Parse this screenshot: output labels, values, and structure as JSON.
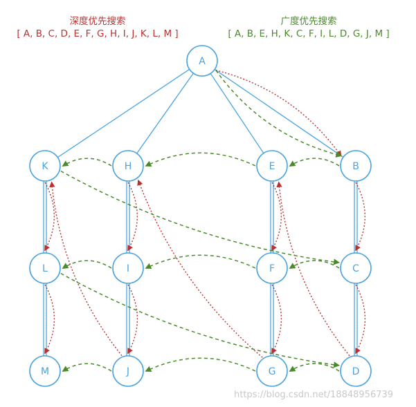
{
  "legend": {
    "dfs_title": "深度优先搜索",
    "dfs_order": "[ A, B, C, D, E, F, G, H, I, J, K, L, M ]",
    "bfs_title": "广度优先搜索",
    "bfs_order": "[ A, B, E, H, K, C, F, I, L, D, G, J, M ]"
  },
  "nodes": {
    "A": "A",
    "B": "B",
    "E": "E",
    "H": "H",
    "K": "K",
    "C": "C",
    "F": "F",
    "I": "I",
    "L": "L",
    "D": "D",
    "G": "G",
    "J": "J",
    "M": "M"
  },
  "tree_edges": [
    [
      "A",
      "K"
    ],
    [
      "A",
      "H"
    ],
    [
      "A",
      "E"
    ],
    [
      "A",
      "B"
    ],
    [
      "K",
      "L"
    ],
    [
      "L",
      "M"
    ],
    [
      "H",
      "I"
    ],
    [
      "I",
      "J"
    ],
    [
      "E",
      "F"
    ],
    [
      "F",
      "G"
    ],
    [
      "B",
      "C"
    ],
    [
      "C",
      "D"
    ]
  ],
  "dfs_sequence": [
    "A",
    "B",
    "C",
    "D",
    "E",
    "F",
    "G",
    "H",
    "I",
    "J",
    "K",
    "L",
    "M"
  ],
  "bfs_sequence": [
    "A",
    "B",
    "E",
    "H",
    "K",
    "C",
    "F",
    "I",
    "L",
    "D",
    "G",
    "J",
    "M"
  ],
  "colors": {
    "node": "#4aa3df",
    "dfs": "#b8312f",
    "bfs": "#4a8a2a",
    "watermark": "#c9c9c9"
  },
  "watermark": "https://blog.csdn.net/18848956739"
}
